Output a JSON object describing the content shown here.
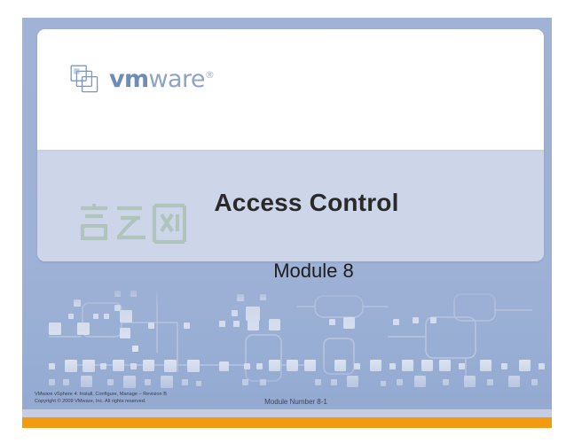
{
  "slide": {
    "title": "Access Control",
    "module_subtitle": "Module 8",
    "logo": {
      "mark_name": "vmware-logo-mark",
      "word_vm": "vm",
      "word_ware": "ware",
      "trademark": "®"
    },
    "watermark": {
      "text": "吉云网",
      "chars": [
        "吉",
        "云",
        "网"
      ]
    },
    "footer": {
      "legal_line1": "VMware vSphere 4: Install, Configure, Manage – Revision B",
      "legal_line2": "Copyright © 2009 VMware, Inc. All rights reserved.",
      "module_number": "Module Number 8-1"
    },
    "colors": {
      "slide_background": "#9db0d4",
      "card_white": "#ffffff",
      "card_tint": "#ccd6e8",
      "accent_orange": "#f49a10",
      "logo_blue": "#7e96bc",
      "title_text": "#2a2a2a",
      "footer_strip": "#c4cee0",
      "watermark_green": "#9bb49b"
    }
  }
}
